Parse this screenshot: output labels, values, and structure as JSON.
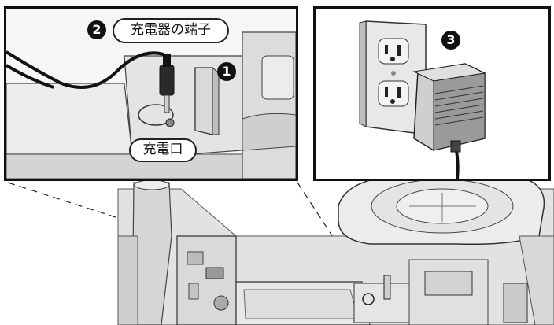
{
  "labels": {
    "charger_terminal": "充電器の端子",
    "charging_port": "充電口"
  },
  "badges": {
    "step1": "1",
    "step2": "2",
    "step3": "3"
  },
  "colors": {
    "line": "#111111",
    "surface": "#e6e6e6",
    "surface_light": "#f2f2f2",
    "shade": "#bdbdbd",
    "dark": "#3a3a3a"
  }
}
